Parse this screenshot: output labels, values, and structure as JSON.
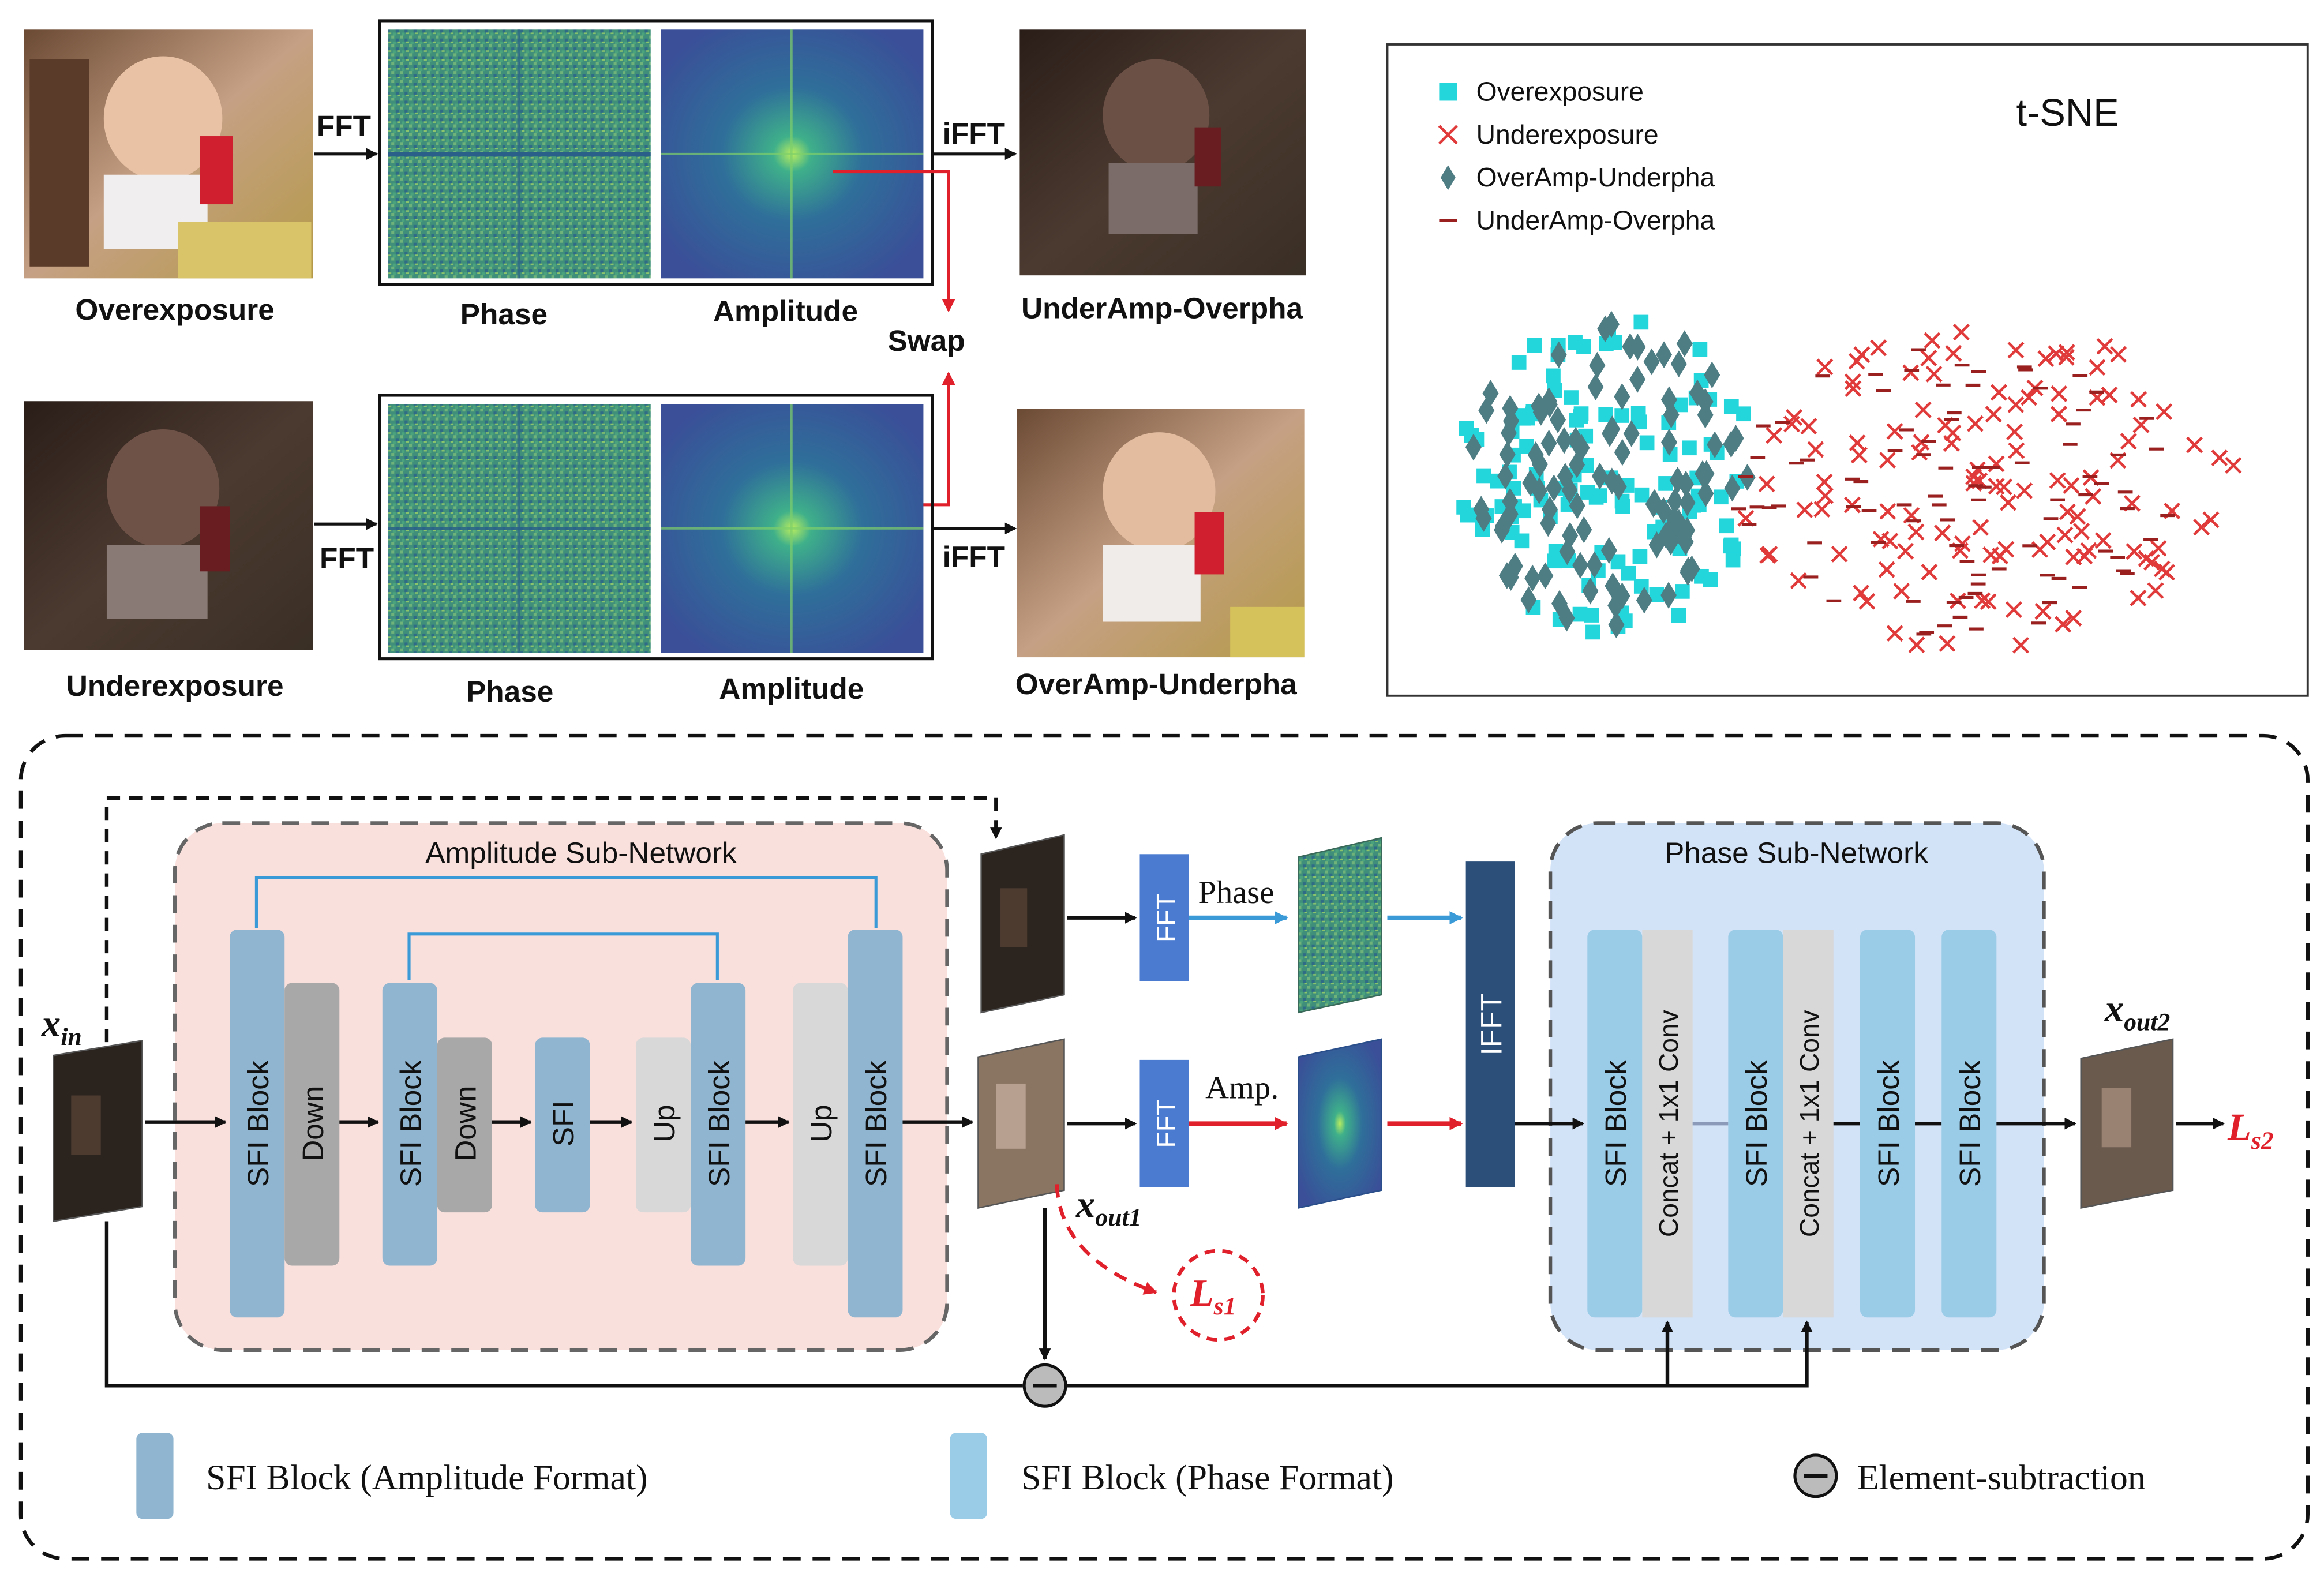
{
  "top": {
    "overexposure_label": "Overexposure",
    "underexposure_label": "Underexposure",
    "phase_label_1": "Phase",
    "amplitude_label_1": "Amplitude",
    "phase_label_2": "Phase",
    "amplitude_label_2": "Amplitude",
    "fft_1": "FFT",
    "fft_2": "FFT",
    "ifft_1": "iFFT",
    "ifft_2": "iFFT",
    "swap": "Swap",
    "result_1": "UnderAmp-Overpha",
    "result_2": "OverAmp-Underpha"
  },
  "tsne": {
    "title": "t-SNE",
    "legend": [
      {
        "label": "Overexposure",
        "color": "#22d6dc",
        "marker": "square"
      },
      {
        "label": "Underexposure",
        "color": "#e03a3a",
        "marker": "x"
      },
      {
        "label": "OverAmp-Underpha",
        "color": "#4f7d84",
        "marker": "diamond"
      },
      {
        "label": "UnderAmp-Overpha",
        "color": "#9a2020",
        "marker": "dash"
      }
    ]
  },
  "net": {
    "amp_subnet_title": "Amplitude Sub-Network",
    "phase_subnet_title": "Phase Sub-Network",
    "x_in": "x",
    "x_in_sub": "in",
    "x_out1": "x",
    "x_out1_sub": "out1",
    "x_out2": "x",
    "x_out2_sub": "out2",
    "l_s1": "L",
    "l_s1_sub": "s1",
    "l_s2": "L",
    "l_s2_sub": "s2",
    "sfi_block": "SFI Block",
    "down": "Down",
    "sfi": "SFI",
    "up": "Up",
    "concat": "Concat + 1x1 Conv",
    "fft_a": "FFT",
    "fft_b": "FFT",
    "ifft": "IFFT",
    "phase_tag": "Phase",
    "amp_tag": "Amp.",
    "legend_amp": "SFI Block (Amplitude Format)",
    "legend_phase": "SFI Block (Phase Format)",
    "legend_sub": "Element-subtraction"
  },
  "colors": {
    "amp_bg": "#f9e0dc",
    "phase_bg": "#d2e2f7",
    "sfi_amp": "#8fb5d0",
    "sfi_phase": "#9acce8",
    "fft_box": "#4a7bd0",
    "ifft_box": "#2c4f7a",
    "red": "#e0202a",
    "blue_arrow": "#3a9ad8"
  }
}
